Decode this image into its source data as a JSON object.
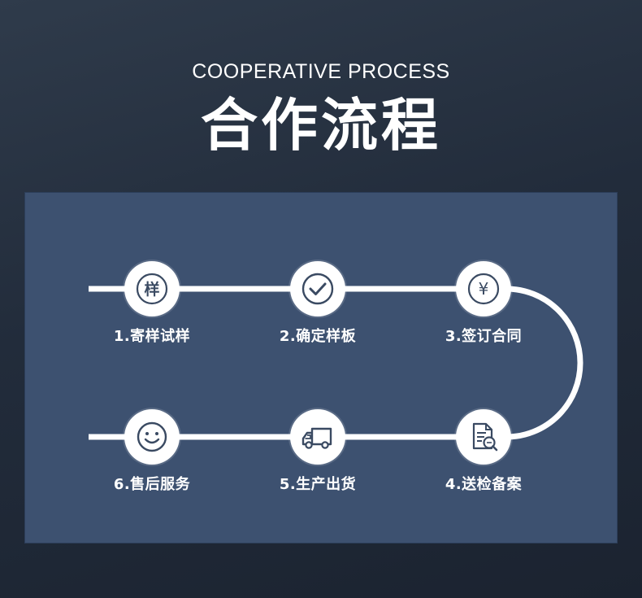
{
  "header": {
    "subtitle": "COOPERATIVE PROCESS",
    "title": "合作流程"
  },
  "steps": [
    {
      "label": "1.寄样试样",
      "icon": "sample-char-icon",
      "glyph": "样"
    },
    {
      "label": "2.确定样板",
      "icon": "checkmark-icon"
    },
    {
      "label": "3.签订合同",
      "icon": "yen-icon",
      "glyph": "¥"
    },
    {
      "label": "4.送检备案",
      "icon": "document-search-icon"
    },
    {
      "label": "5.生产出货",
      "icon": "truck-icon"
    },
    {
      "label": "6.售后服务",
      "icon": "smiley-icon"
    }
  ],
  "colors": {
    "background": "#1f2937",
    "panel": "#3d5170",
    "line": "#ffffff",
    "icon_stroke": "#3a4a62"
  }
}
